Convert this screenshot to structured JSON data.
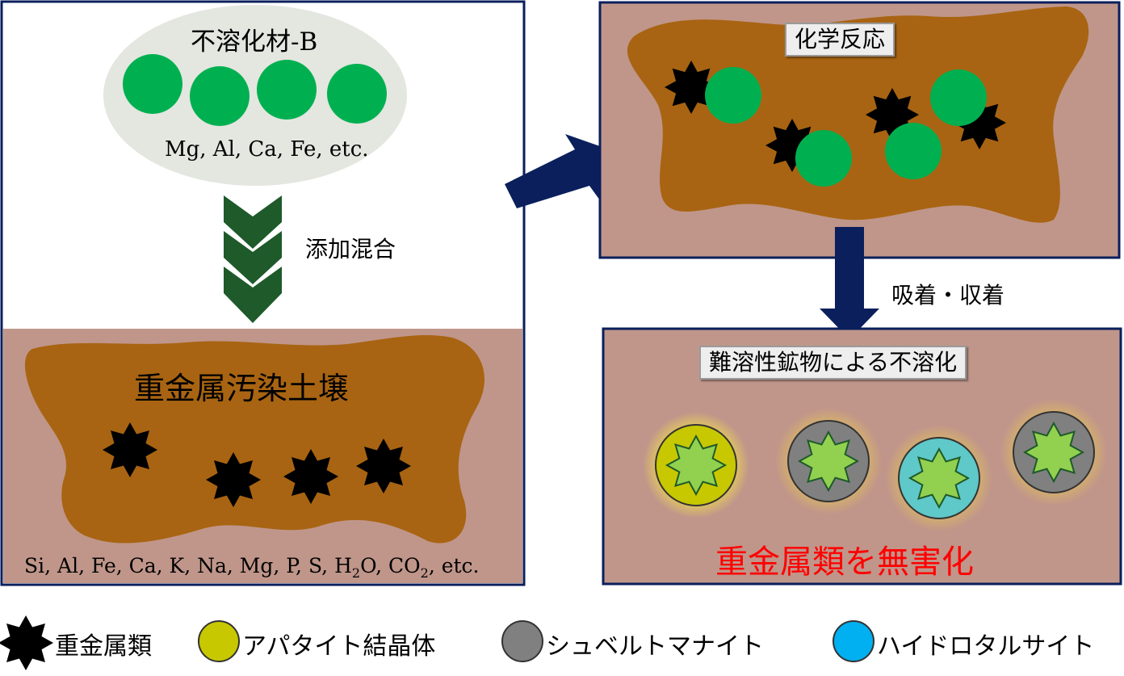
{
  "material": {
    "title": "不溶化材-B",
    "elements": "Mg, Al, Ca, Fe, etc."
  },
  "step_mix": "添加混合",
  "soil": {
    "title": "重金属汚染土壌",
    "composition_parts": [
      "Si, Al, Fe, Ca, K, Na, Mg, P, S, H",
      "2",
      "O, CO",
      "2",
      ", etc."
    ]
  },
  "reaction_label": "化学反応",
  "step_adsorb": "吸着・収着",
  "result": {
    "label": "難溶性鉱物による不溶化",
    "outcome": "重金属類を無害化"
  },
  "legend": [
    {
      "label": "重金属類",
      "icon": "black-star-icon",
      "color": "#000000"
    },
    {
      "label": "アパタイト結晶体",
      "icon": "yellow-circle-icon",
      "color": "#c8c800"
    },
    {
      "label": "シュベルトマナイト",
      "icon": "gray-circle-icon",
      "color": "#808080"
    },
    {
      "label": "ハイドロタルサイト",
      "icon": "cyan-circle-icon",
      "color": "#00b0f0"
    }
  ],
  "colors": {
    "soil_bg": "#c0968a",
    "soil_blob": "#a86412",
    "material_green": "#00b050",
    "arrow_navy": "#0a1f5c",
    "chevron_green": "#1e5a2a",
    "outcome_red": "#ff0000"
  }
}
